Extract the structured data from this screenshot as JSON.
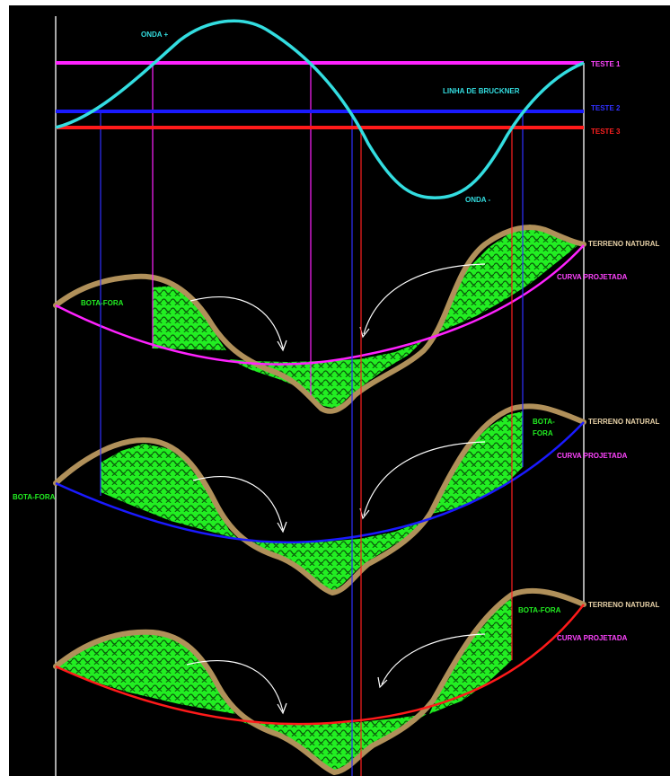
{
  "labels": {
    "onda_plus": "ONDA +",
    "onda_minus": "ONDA -",
    "linha_bruckner": "LINHA DE BRUCKNER",
    "teste1": "TESTE 1",
    "teste2": "TESTE 2",
    "teste3": "TESTE 3",
    "terreno_natural": "TERRENO NATURAL",
    "curva_projetada": "CURVA PROJETADA",
    "bota_fora": "BOTA-FORA",
    "bota_fora_line1": "BOTA-",
    "bota_fora_line2": "FORA"
  },
  "colors": {
    "background": "#000000",
    "wave": "#33dde0",
    "teste1": "#ff22ff",
    "teste2": "#1a1aff",
    "teste3": "#ff1a1a",
    "terrain": "#b0905a",
    "fill": "#22ee22",
    "label_green": "#22ee22",
    "label_terrain": "#e8d2a8",
    "label_magenta": "#ff44ff",
    "frame": "#e0e0e0",
    "arrow": "#ffffff"
  }
}
